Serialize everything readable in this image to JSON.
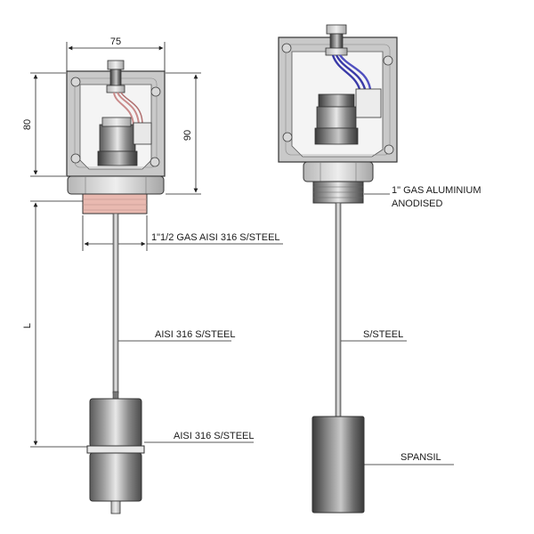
{
  "dimensions": {
    "width": "75",
    "height_left": "80",
    "height_right": "90",
    "length": "L"
  },
  "left_unit": {
    "thread_label": "1\"1/2 GAS AISI 316 S/STEEL",
    "rod_label": "AISI 316 S/STEEL",
    "float_label": "AISI 316 S/STEEL"
  },
  "right_unit": {
    "thread_label_line1": "1\" GAS ALUMINIUM",
    "thread_label_line2": "ANODISED",
    "rod_label": "S/STEEL",
    "float_label": "SPANSIL"
  },
  "colors": {
    "housing": "#c9c9c9",
    "housing_inner": "#f4f4f4",
    "wire_left": "#c98a8a",
    "wire_right": "#3a3aa8",
    "thread_left": "#e9b9b0"
  }
}
